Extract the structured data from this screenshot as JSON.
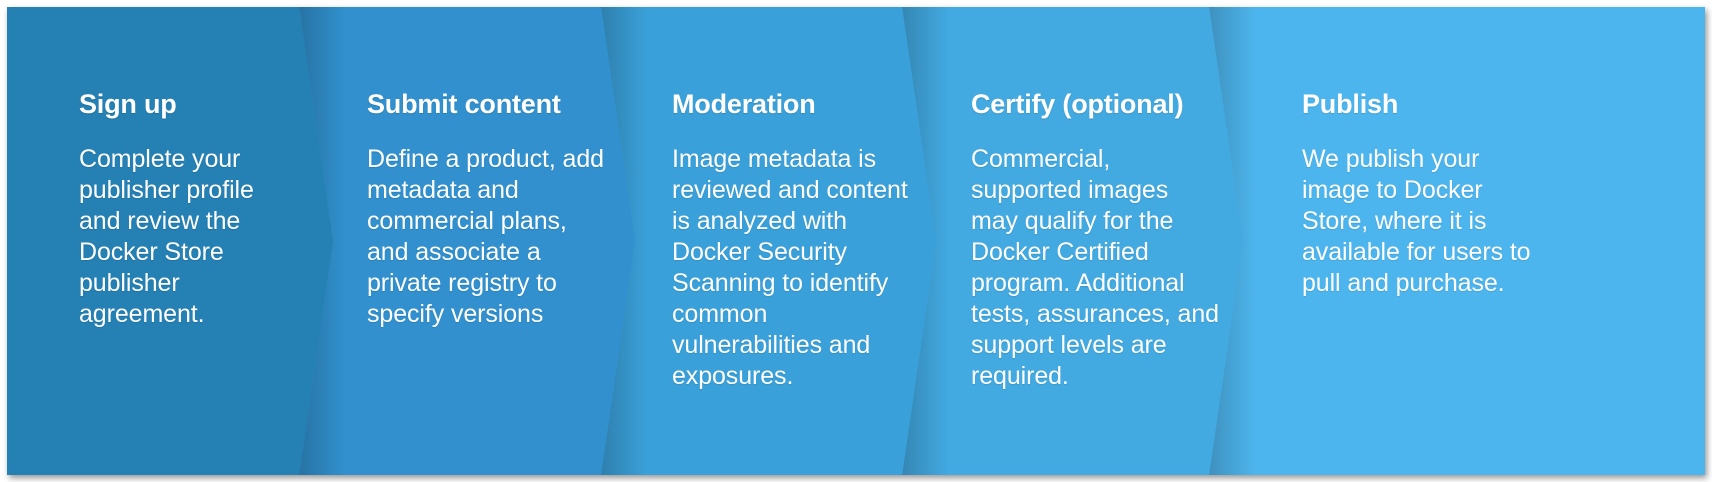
{
  "diagram": {
    "type": "chevron-process-flow",
    "orientation": "horizontal-left-to-right",
    "step_count": 5,
    "steps": [
      {
        "index": 1,
        "title": "Sign up",
        "body": "Complete your publisher profile and review the Docker Store publisher agreement.",
        "color": "#2580b4"
      },
      {
        "index": 2,
        "title": "Submit content",
        "body": "Define a product, add metadata and commercial plans, and associate a private registry to specify versions",
        "color": "#3190cd"
      },
      {
        "index": 3,
        "title": "Moderation",
        "body": "Image metadata is reviewed and content is analyzed with Docker Security Scanning to identify common vulnerabilities and exposures.",
        "color": "#3aa0d9"
      },
      {
        "index": 4,
        "title": "Certify (optional)",
        "body": "Commercial, supported images may qualify for the Docker Certified program.  Additional tests, assurances, and support levels are required.",
        "color": "#42a9e1"
      },
      {
        "index": 5,
        "title": "Publish",
        "body": "We publish your image to Docker Store, where it is available for users to pull and purchase.",
        "color": "#4db5ed"
      }
    ]
  }
}
